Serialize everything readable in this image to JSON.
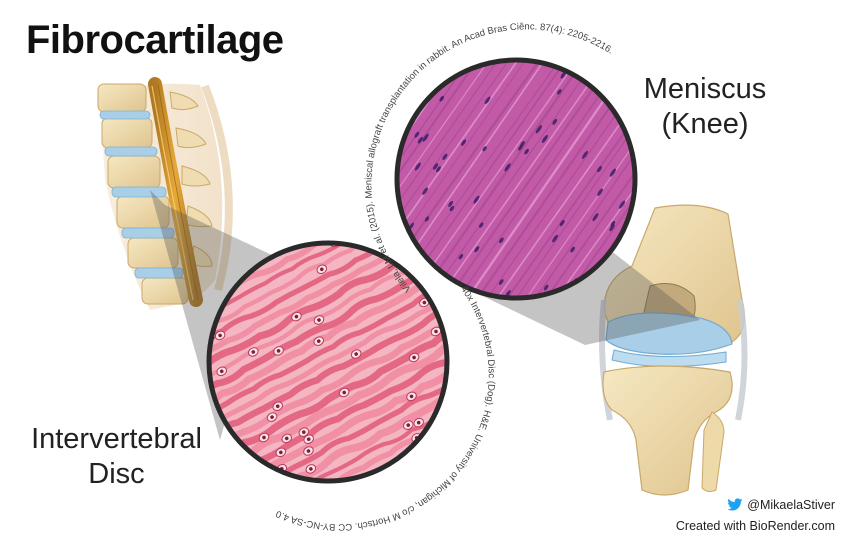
{
  "title": "Fibrocartilage",
  "labels": {
    "meniscus_line1": "Meniscus",
    "meniscus_line2": "(Knee)",
    "disc_line1": "Intervertebral",
    "disc_line2": "Disc"
  },
  "citations": {
    "meniscus": "Vilela, LM et al. (2015). Meniscal allograft transplantation in rabbit. An Acad Bras Ciênc.  87(4): 2205-2216.",
    "disc": "40x Intervertebral Disc (Dog). H&E. University of Michigan, c/o M Hortsch. CC BY-NC-SA 4.0"
  },
  "credit": {
    "handle": "@MikaelaStiver",
    "created_with": "Created  with BioRender.com"
  },
  "icons": {
    "twitter": "twitter-bird-icon"
  },
  "colors": {
    "meniscus_stain": "#c25aa8",
    "disc_stain": "#e47488",
    "cartilage_blue": "#a9cfe8",
    "bone": "#eedcae"
  }
}
